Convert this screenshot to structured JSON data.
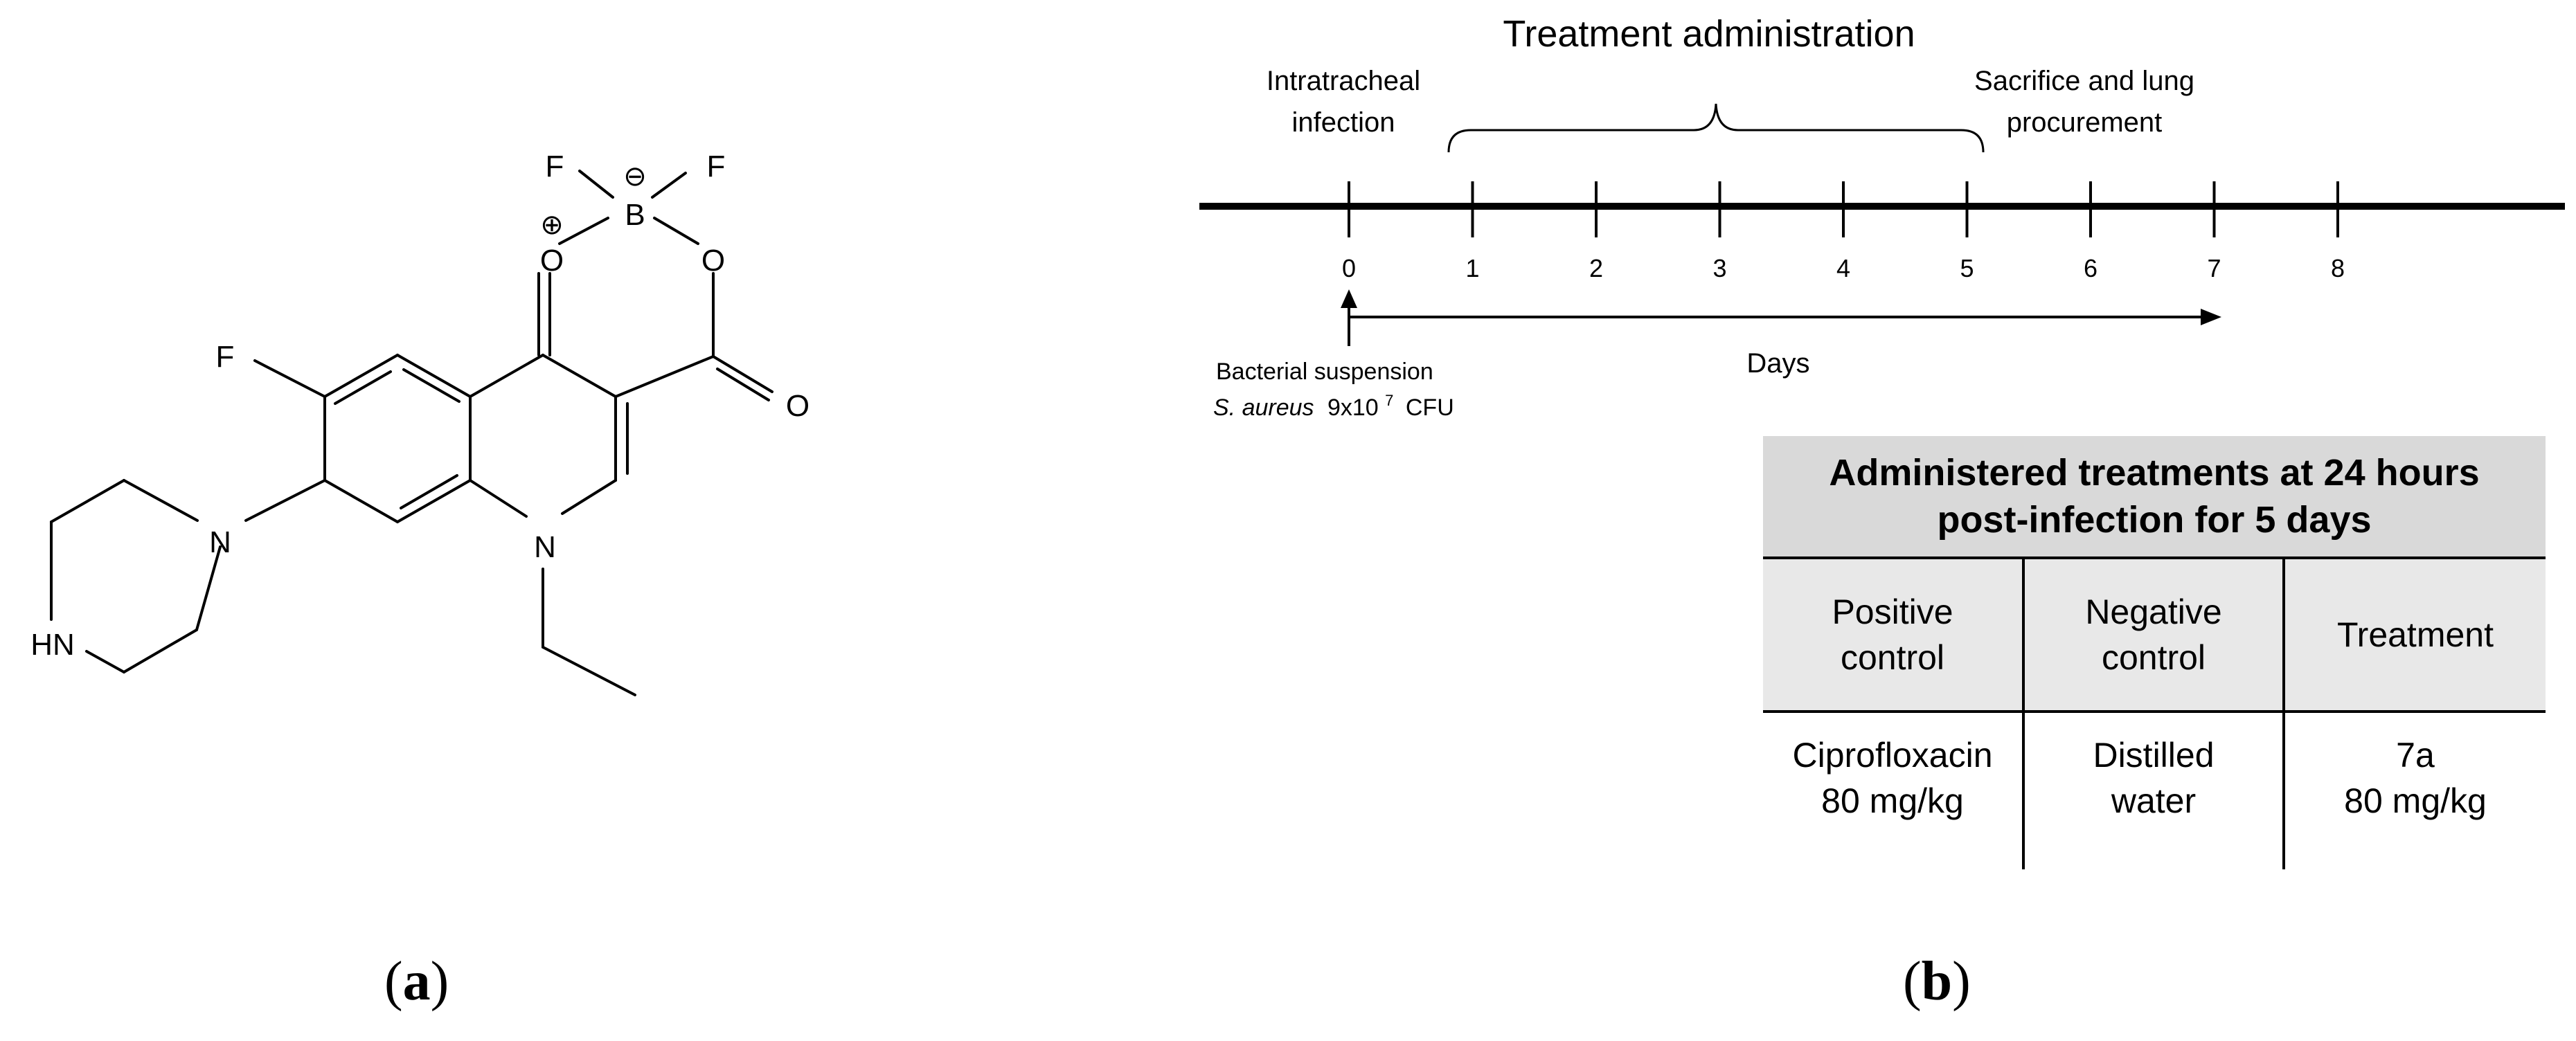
{
  "panel_a": {
    "label": "a",
    "atoms": {
      "f_top_left": "F",
      "f_top_right": "F",
      "boron": "B",
      "boron_charge": "⊖",
      "o_carbonyl": "O",
      "o_charge": "⊕",
      "o_ester": "O",
      "o_acid": "O",
      "f_ring": "F",
      "n_piperazine": "N",
      "nh_piperazine": "HN",
      "n_quinolone": "N"
    }
  },
  "panel_b": {
    "label": "b",
    "timeline": {
      "title": "Treatment administration",
      "infection_label_1": "Intratracheal",
      "infection_label_2": "infection",
      "sacrifice_label_1": "Sacrifice and lung",
      "sacrifice_label_2": "procurement",
      "ticks": [
        "0",
        "1",
        "2",
        "3",
        "4",
        "5",
        "6",
        "7",
        "8"
      ],
      "axis_label": "Days",
      "inoculum_line_1": "Bacterial suspension",
      "inoculum_organism": "S. aureus",
      "inoculum_dose": "9x10",
      "inoculum_exponent": "7",
      "inoculum_unit": "CFU"
    },
    "table": {
      "title": "Administered treatments at 24 hours post-infection for 5 days",
      "columns": [
        "Positive\ncontrol",
        "Negative\ncontrol",
        "Treatment"
      ],
      "values": [
        "Ciprofloxacin\n80 mg/kg",
        "Distilled\nwater",
        "7a\n80 mg/kg"
      ]
    }
  }
}
